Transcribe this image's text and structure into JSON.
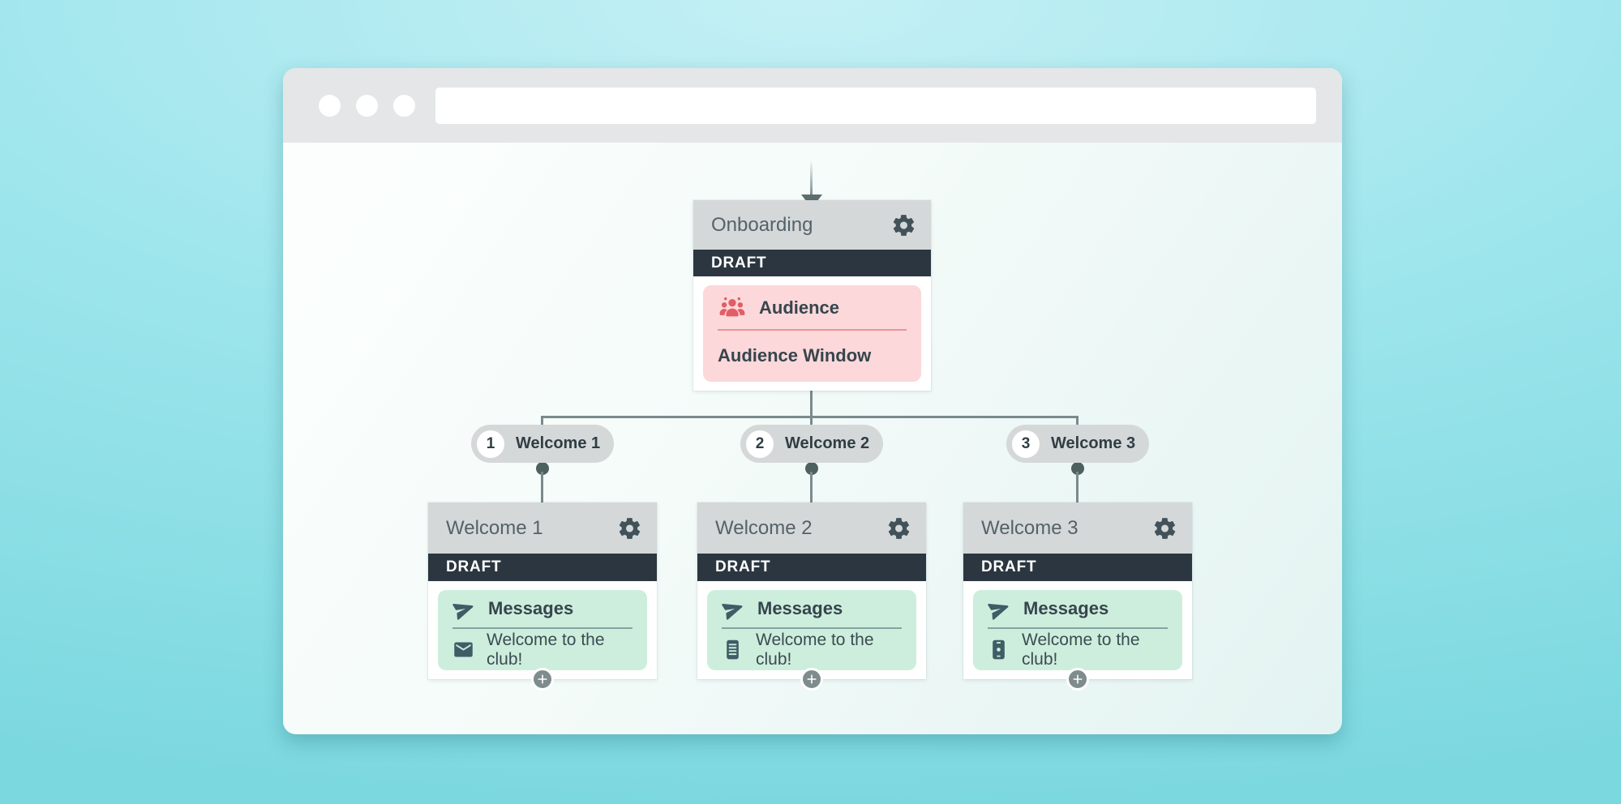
{
  "colors": {
    "page-bg-top": "#c4f0f5",
    "page-bg-mid": "#9de5ec",
    "page-bg-bottom": "#7cd8df",
    "chrome-bar": "#e4e6e7",
    "card-header": "#d5d8d9",
    "draft-bg": "#2b3640",
    "audience-bg": "#fcd8da",
    "audience-accent": "#e25d66",
    "audience-line": "#ec9295",
    "message-bg": "#cdeedd",
    "message-line": "#5b8287",
    "ink": "#36454d",
    "title-ink": "#54626a",
    "connector": "#7a8a8c",
    "arrow": "#5d6d70",
    "node-dot": "#4d615e",
    "plus-bg": "#7f8c8d"
  },
  "browser": {
    "address_value": ""
  },
  "flow": {
    "onboarding": {
      "title": "Onboarding",
      "status": "DRAFT",
      "section_label": "Audience",
      "section_detail": "Audience Window",
      "section_icon": "audience-people-icon",
      "settings_icon": "gear-icon"
    },
    "branches": [
      {
        "number": "1",
        "pill_label": "Welcome 1",
        "title": "Welcome 1",
        "status": "DRAFT",
        "section_label": "Messages",
        "message": "Welcome to the club!",
        "section_icon": "paper-plane-icon",
        "channel_icon": "envelope-icon"
      },
      {
        "number": "2",
        "pill_label": "Welcome 2",
        "title": "Welcome 2",
        "status": "DRAFT",
        "section_label": "Messages",
        "message": "Welcome to the club!",
        "section_icon": "paper-plane-icon",
        "channel_icon": "phone-sms-icon"
      },
      {
        "number": "3",
        "pill_label": "Welcome 3",
        "title": "Welcome 3",
        "status": "DRAFT",
        "section_label": "Messages",
        "message": "Welcome to the club!",
        "section_icon": "paper-plane-icon",
        "channel_icon": "phone-push-icon"
      }
    ],
    "add_step_icon": "plus-icon"
  }
}
